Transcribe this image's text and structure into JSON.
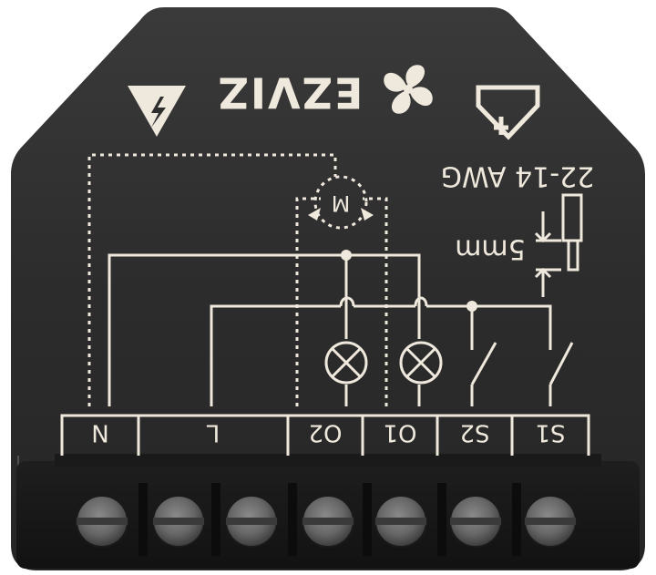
{
  "device": {
    "brand": "EZVIZ",
    "wire_gauge": "22-14 AWG",
    "strip_length": "5mm",
    "motor_symbol": "M"
  },
  "terminals": [
    {
      "label": "N"
    },
    {
      "label": "L"
    },
    {
      "label": "O2"
    },
    {
      "label": "O1"
    },
    {
      "label": "S2"
    },
    {
      "label": "S1"
    }
  ],
  "colors": {
    "housing": "#2b2b2b",
    "print": "#efe8dc",
    "screw": "#5e5e5e"
  },
  "icons": [
    "high-voltage-warning-icon",
    "fan-logo-icon",
    "insert-direction-icon",
    "wire-strip-icon",
    "lamp-icon",
    "switch-icon",
    "screw-icon"
  ]
}
